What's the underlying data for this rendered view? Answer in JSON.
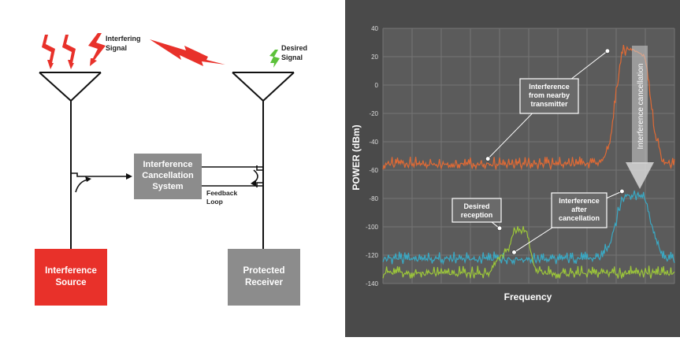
{
  "diagram": {
    "interfering_signal_label": [
      "Interfering",
      "Signal"
    ],
    "desired_signal_label": [
      "Desired",
      "Signal"
    ],
    "cancellation_box_label": [
      "Interference",
      "Cancellation",
      "System"
    ],
    "feedback_label": [
      "Feedback",
      "Loop"
    ],
    "source_box_label": [
      "Interference",
      "Source"
    ],
    "receiver_box_label": [
      "Protected",
      "Receiver"
    ],
    "colors": {
      "source_red": "#e8312a",
      "box_gray": "#8c8c8c",
      "bolt_red": "#e8312a",
      "bolt_green": "#5cc13a"
    }
  },
  "chart_data": {
    "type": "line",
    "xlabel": "Frequency",
    "ylabel": "POWER (dBm)",
    "ylim": [
      -140,
      40
    ],
    "yticks": [
      40,
      20,
      0,
      -20,
      -40,
      -60,
      -80,
      -100,
      -120,
      -140
    ],
    "grid": true,
    "x_range": [
      0,
      100
    ],
    "series": [
      {
        "color": "#e06a35",
        "x": [
          0,
          10,
          20,
          30,
          40,
          50,
          60,
          70,
          75,
          78,
          80,
          82,
          84,
          86,
          88,
          90,
          93,
          96,
          100
        ],
        "values": [
          -55,
          -55,
          -55,
          -55,
          -55,
          -55,
          -55,
          -55,
          -54,
          -40,
          -5,
          24,
          26,
          25,
          24,
          20,
          -30,
          -54,
          -55
        ]
      },
      {
        "color": "#3aa9c4",
        "x": [
          0,
          10,
          20,
          30,
          40,
          43,
          48,
          52,
          56,
          60,
          70,
          75,
          78,
          80,
          82,
          84,
          86,
          88,
          90,
          93,
          96,
          100
        ],
        "values": [
          -122,
          -122,
          -122,
          -122,
          -122,
          -122,
          -122,
          -122,
          -122,
          -122,
          -122,
          -121,
          -110,
          -95,
          -80,
          -77,
          -77,
          -77,
          -80,
          -105,
          -121,
          -122
        ]
      },
      {
        "color": "#9cc63a",
        "x": [
          0,
          10,
          20,
          30,
          36,
          38,
          40,
          43,
          45,
          47,
          49,
          50,
          52,
          55,
          60,
          70,
          80,
          90,
          100
        ],
        "values": [
          -132,
          -132,
          -132,
          -132,
          -132,
          -128,
          -120,
          -115,
          -102,
          -102,
          -102,
          -110,
          -128,
          -132,
          -132,
          -132,
          -132,
          -132,
          -132
        ]
      }
    ],
    "annotations": [
      {
        "text": [
          "Interference",
          "from nearby",
          "transmitter"
        ],
        "points": [
          [
            36,
            -52
          ],
          [
            77,
            24
          ]
        ]
      },
      {
        "text": [
          "Desired",
          "reception"
        ],
        "points": [
          [
            40,
            -101
          ]
        ]
      },
      {
        "text": [
          "Interference",
          "after",
          "cancellation"
        ],
        "points": [
          [
            45,
            -118
          ],
          [
            82,
            -75
          ]
        ]
      }
    ],
    "arrow_label": "Interference cancellation"
  }
}
